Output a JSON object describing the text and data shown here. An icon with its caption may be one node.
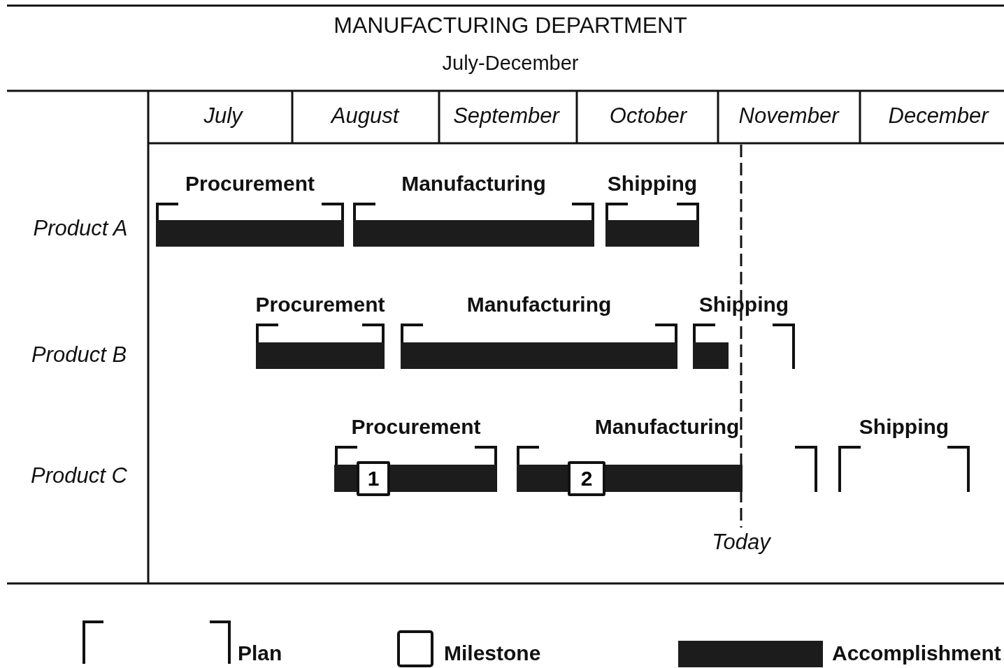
{
  "diagram": {
    "title": "MANUFACTURING DEPARTMENT",
    "nodes": [
      {
        "text": [
          "Procurement"
        ]
      },
      {
        "text": [
          "Manufacturing"
        ]
      },
      {
        "text": [
          "Shipping"
        ]
      },
      {
        "text": [
          "Procurement"
        ]
      },
      {
        "text": [
          "Manufacturing"
        ]
      },
      {
        "text": [
          "Shipping"
        ]
      },
      {
        "text": [
          "Procurement"
        ]
      },
      {
        "text": [
          "1"
        ],
        "in": 6
      },
      {
        "text": [
          "Manufacturing"
        ]
      },
      {
        "text": [
          "2"
        ],
        "in": 8
      },
      {
        "text": [
          "Shipping"
        ]
      }
    ],
    "labels": [
      "July-December",
      "July",
      "August",
      "September",
      "October",
      "November",
      "December",
      "Product A",
      "Product B",
      "Product C",
      "Today"
    ],
    "legend": [
      {
        "text": "Plan"
      },
      {
        "text": "Milestone"
      },
      {
        "text": "Accomplishment",
        "color": "#1c1c1c"
      }
    ]
  }
}
